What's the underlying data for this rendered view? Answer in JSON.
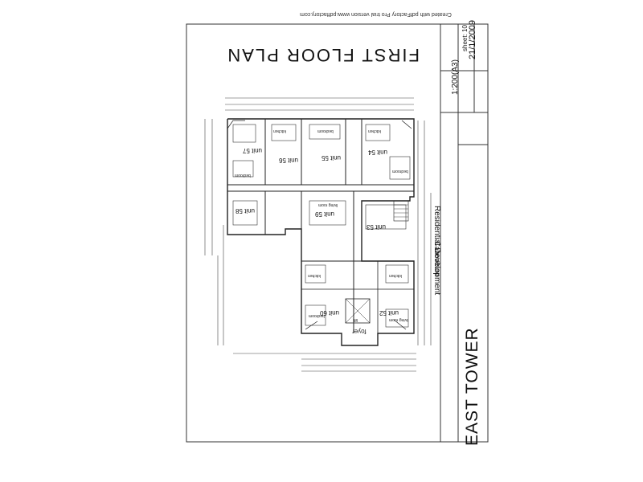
{
  "title": "FIRST FLOOR PLAN",
  "watermark": "Created with pdfFactory Pro trial version www.pdffactory.com",
  "title_block": {
    "tower": "EAST TOWER",
    "project": "Residential Development",
    "location": "Caboolture",
    "scale": "1:200(A3)",
    "date": "21/1/2009",
    "sheet_label": "sheet: 10",
    "sheet_number": ""
  },
  "units": [
    {
      "label": "unit 57"
    },
    {
      "label": "unit 56"
    },
    {
      "label": "unit 55"
    },
    {
      "label": "unit 54"
    },
    {
      "label": "unit 58"
    },
    {
      "label": "unit 59"
    },
    {
      "label": "unit 53"
    },
    {
      "label": "unit 52"
    },
    {
      "label": "unit 60"
    }
  ],
  "rooms": {
    "kitchen": "kitchen",
    "bedroom": "bedroom",
    "living": "living room",
    "lift": "lift",
    "foyer": "foyer"
  },
  "colors": {
    "line": "#222222",
    "paper": "#ffffff"
  }
}
